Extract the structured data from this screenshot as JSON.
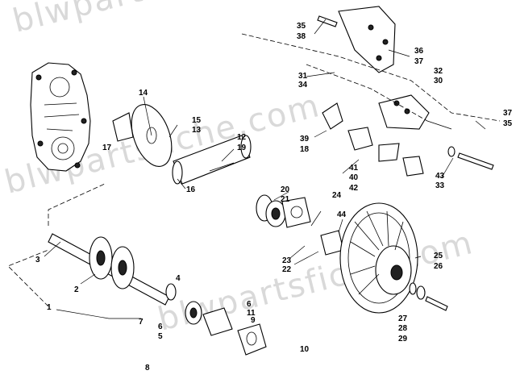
{
  "watermark": [
    "blwpartsfiche.com",
    "blwpartsfiche.com",
    "blwpartsfiche.com"
  ],
  "callouts": [
    {
      "id": "c1",
      "text": "1"
    },
    {
      "id": "c2",
      "text": "2"
    },
    {
      "id": "c3",
      "text": "3"
    },
    {
      "id": "c4",
      "text": "4"
    },
    {
      "id": "c5",
      "text": "5"
    },
    {
      "id": "c6a",
      "text": "6"
    },
    {
      "id": "c6b",
      "text": "6"
    },
    {
      "id": "c7",
      "text": "7"
    },
    {
      "id": "c8",
      "text": "8"
    },
    {
      "id": "c9",
      "text": "9"
    },
    {
      "id": "c10",
      "text": "10"
    },
    {
      "id": "c11",
      "text": "11"
    },
    {
      "id": "c12",
      "text": "12"
    },
    {
      "id": "c13",
      "text": "13"
    },
    {
      "id": "c14",
      "text": "14"
    },
    {
      "id": "c15",
      "text": "15"
    },
    {
      "id": "c16",
      "text": "16"
    },
    {
      "id": "c17",
      "text": "17"
    },
    {
      "id": "c18",
      "text": "18"
    },
    {
      "id": "c19",
      "text": "19"
    },
    {
      "id": "c20",
      "text": "20"
    },
    {
      "id": "c21",
      "text": "21"
    },
    {
      "id": "c22",
      "text": "22"
    },
    {
      "id": "c23",
      "text": "23"
    },
    {
      "id": "c24",
      "text": "24"
    },
    {
      "id": "c25",
      "text": "25"
    },
    {
      "id": "c26",
      "text": "26"
    },
    {
      "id": "c27",
      "text": "27"
    },
    {
      "id": "c28",
      "text": "28"
    },
    {
      "id": "c29",
      "text": "29"
    },
    {
      "id": "c30",
      "text": "30"
    },
    {
      "id": "c31",
      "text": "31"
    },
    {
      "id": "c32",
      "text": "32"
    },
    {
      "id": "c33",
      "text": "33"
    },
    {
      "id": "c34",
      "text": "34"
    },
    {
      "id": "c35a",
      "text": "35"
    },
    {
      "id": "c35b",
      "text": "35"
    },
    {
      "id": "c36",
      "text": "36"
    },
    {
      "id": "c37a",
      "text": "37"
    },
    {
      "id": "c37b",
      "text": "37"
    },
    {
      "id": "c38",
      "text": "38"
    },
    {
      "id": "c39",
      "text": "39"
    },
    {
      "id": "c40",
      "text": "40"
    },
    {
      "id": "c41",
      "text": "41"
    },
    {
      "id": "c42",
      "text": "42"
    },
    {
      "id": "c43",
      "text": "43"
    },
    {
      "id": "c44",
      "text": "44"
    }
  ]
}
